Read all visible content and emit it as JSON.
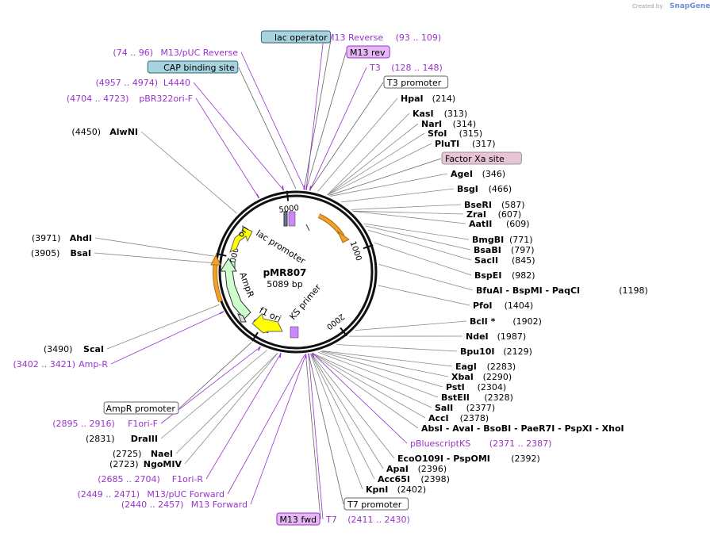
{
  "branding": {
    "created_by": "Created by",
    "app": "SnapGene"
  },
  "plasmid": {
    "name": "pMR807",
    "length": "5089 bp",
    "total_bp": 5089
  },
  "ticks": [
    {
      "bp": 1000,
      "label": "1000"
    },
    {
      "bp": 2000,
      "label": "2000"
    },
    {
      "bp": 3000,
      "label": "3000"
    },
    {
      "bp": 4000,
      "label": "4000"
    },
    {
      "bp": 5000,
      "label": "5000"
    }
  ],
  "inner_features": [
    {
      "name": "ori",
      "label": "ori",
      "color": "#ffff00"
    },
    {
      "name": "lac-promoter",
      "label": "lac promoter",
      "color": "#ffffff"
    },
    {
      "name": "ampr",
      "label": "AmpR",
      "color": "#ccffcc"
    },
    {
      "name": "f1-ori",
      "label": "f1 ori",
      "color": "#ffff00"
    },
    {
      "name": "ks-primer",
      "label": "KS primer",
      "color": "#ffffff"
    }
  ],
  "orange_color": "#f0a030",
  "right_labels": [
    {
      "name": "M13 Reverse",
      "text": "M13 Reverse",
      "range": "(93 .. 109)",
      "style": "feat"
    },
    {
      "name": "M13 rev",
      "text": "M13 rev",
      "style": "box",
      "fill": "#e6b8f5",
      "stroke": "#9933cc"
    },
    {
      "name": "T3",
      "text": "T3",
      "range": "(128 .. 148)",
      "style": "feat"
    },
    {
      "name": "T3 promoter",
      "text": "T3 promoter",
      "style": "box",
      "fill": "#ffffff",
      "stroke": "#666666"
    },
    {
      "name": "HpaI",
      "text": "HpaI",
      "pos": "(214)",
      "style": "enz"
    },
    {
      "name": "KasI",
      "text": "KasI",
      "pos": "(313)",
      "style": "enz"
    },
    {
      "name": "NarI",
      "text": "NarI",
      "pos": "(314)",
      "style": "enz"
    },
    {
      "name": "SfoI",
      "text": "SfoI",
      "pos": "(315)",
      "style": "enz"
    },
    {
      "name": "PluTI",
      "text": "PluTI",
      "pos": "(317)",
      "style": "enz"
    },
    {
      "name": "Factor Xa site",
      "text": "Factor Xa site",
      "style": "box",
      "fill": "#e8c4d4",
      "stroke": "#999999"
    },
    {
      "name": "AgeI",
      "text": "AgeI",
      "pos": "(346)",
      "style": "enz"
    },
    {
      "name": "BsgI",
      "text": "BsgI",
      "pos": "(466)",
      "style": "enz"
    },
    {
      "name": "BseRI",
      "text": "BseRI",
      "pos": "(587)",
      "style": "enz"
    },
    {
      "name": "ZraI",
      "text": "ZraI",
      "pos": "(607)",
      "style": "enz"
    },
    {
      "name": "AatII",
      "text": "AatII",
      "pos": "(609)",
      "style": "enz"
    },
    {
      "name": "BmgBI",
      "text": "BmgBI",
      "pos": "(771)",
      "style": "enz"
    },
    {
      "name": "BsaBI",
      "text": "BsaBI",
      "pos": "(797)",
      "style": "enz"
    },
    {
      "name": "SacII",
      "text": "SacII",
      "pos": "(845)",
      "style": "enz"
    },
    {
      "name": "BspEI",
      "text": "BspEI",
      "pos": "(982)",
      "style": "enz"
    },
    {
      "name": "BfuAI",
      "text": "BfuAI  - BspMI  - PaqCI",
      "pos": "(1198)",
      "style": "enz"
    },
    {
      "name": "PfoI",
      "text": "PfoI",
      "pos": "(1404)",
      "style": "enz"
    },
    {
      "name": "BclI",
      "text": "BclI *",
      "pos": "(1902)",
      "style": "enz"
    },
    {
      "name": "NdeI",
      "text": "NdeI",
      "pos": "(1987)",
      "style": "enz"
    },
    {
      "name": "Bpu10I",
      "text": "Bpu10I",
      "pos": "(2129)",
      "style": "enz"
    },
    {
      "name": "EagI",
      "text": "EagI",
      "pos": "(2283)",
      "style": "enz"
    },
    {
      "name": "XbaI",
      "text": "XbaI",
      "pos": "(2290)",
      "style": "enz"
    },
    {
      "name": "PstI",
      "text": "PstI",
      "pos": "(2304)",
      "style": "enz"
    },
    {
      "name": "BstEII",
      "text": "BstEII",
      "pos": "(2328)",
      "style": "enz"
    },
    {
      "name": "SalI",
      "text": "SalI",
      "pos": "(2377)",
      "style": "enz"
    },
    {
      "name": "AccI",
      "text": "AccI",
      "pos": "(2378)",
      "style": "enz"
    },
    {
      "name": "AbsI",
      "text": "AbsI  - AvaI  - BsoBI  - PaeR7I  - PspXI  - XhoI",
      "pos": "(2383)",
      "style": "enz"
    },
    {
      "name": "pBluescriptKS",
      "text": "pBluescriptKS",
      "range": "(2371 .. 2387)",
      "style": "feat"
    },
    {
      "name": "EcoO109I",
      "text": "EcoO109I  - PspOMI",
      "pos": "(2392)",
      "style": "enz"
    },
    {
      "name": "ApaI",
      "text": "ApaI",
      "pos": "(2396)",
      "style": "enz"
    },
    {
      "name": "Acc65I",
      "text": "Acc65I",
      "pos": "(2398)",
      "style": "enz"
    },
    {
      "name": "KpnI",
      "text": "KpnI",
      "pos": "(2402)",
      "style": "enz"
    },
    {
      "name": "T7 promoter",
      "text": "T7 promoter",
      "style": "box",
      "fill": "#ffffff",
      "stroke": "#666666"
    },
    {
      "name": "T7",
      "text": "T7",
      "range": "(2411 .. 2430)",
      "style": "feat"
    }
  ],
  "left_labels": [
    {
      "name": "lac operator",
      "text": "lac operator",
      "style": "box",
      "fill": "#a7d3de",
      "stroke": "#336677"
    },
    {
      "name": "M13/pUC Reverse",
      "text": "M13/pUC Reverse",
      "range": "(74 .. 96)",
      "style": "feat"
    },
    {
      "name": "CAP binding site",
      "text": "CAP binding site",
      "style": "box",
      "fill": "#a7d3de",
      "stroke": "#336677"
    },
    {
      "name": "L4440",
      "text": "L4440",
      "range": "(4957 .. 4974)",
      "style": "feat"
    },
    {
      "name": "pBR322ori-F",
      "text": "pBR322ori-F",
      "range": "(4704 .. 4723)",
      "style": "feat"
    },
    {
      "name": "AlwNI",
      "text": "AlwNI",
      "pos": "(4450)",
      "style": "enz"
    },
    {
      "name": "AhdI",
      "text": "AhdI",
      "pos": "(3971)",
      "style": "enz"
    },
    {
      "name": "BsaI",
      "text": "BsaI",
      "pos": "(3905)",
      "style": "enz"
    },
    {
      "name": "ScaI",
      "text": "ScaI",
      "pos": "(3490)",
      "style": "enz"
    },
    {
      "name": "Amp-R",
      "text": "Amp-R",
      "range": "(3402 .. 3421)",
      "style": "feat"
    },
    {
      "name": "AmpR promoter",
      "text": "AmpR promoter",
      "style": "box",
      "fill": "#ffffff",
      "stroke": "#666666"
    },
    {
      "name": "F1ori-F",
      "text": "F1ori-F",
      "range": "(2895 .. 2916)",
      "style": "feat"
    },
    {
      "name": "DraIII",
      "text": "DraIII",
      "pos": "(2831)",
      "style": "enz"
    },
    {
      "name": "NaeI",
      "text": "NaeI",
      "pos": "(2725)",
      "style": "enz"
    },
    {
      "name": "NgoMIV",
      "text": "NgoMIV",
      "pos": "(2723)",
      "style": "enz"
    },
    {
      "name": "F1ori-R",
      "text": "F1ori-R",
      "range": "(2685 .. 2704)",
      "style": "feat"
    },
    {
      "name": "M13/pUC Forward",
      "text": "M13/pUC Forward",
      "range": "(2449 .. 2471)",
      "style": "feat"
    },
    {
      "name": "M13 Forward",
      "text": "M13 Forward",
      "range": "(2440 .. 2457)",
      "style": "feat"
    },
    {
      "name": "M13 fwd",
      "text": "M13 fwd",
      "style": "box",
      "fill": "#e6b8f5",
      "stroke": "#9933cc"
    }
  ]
}
